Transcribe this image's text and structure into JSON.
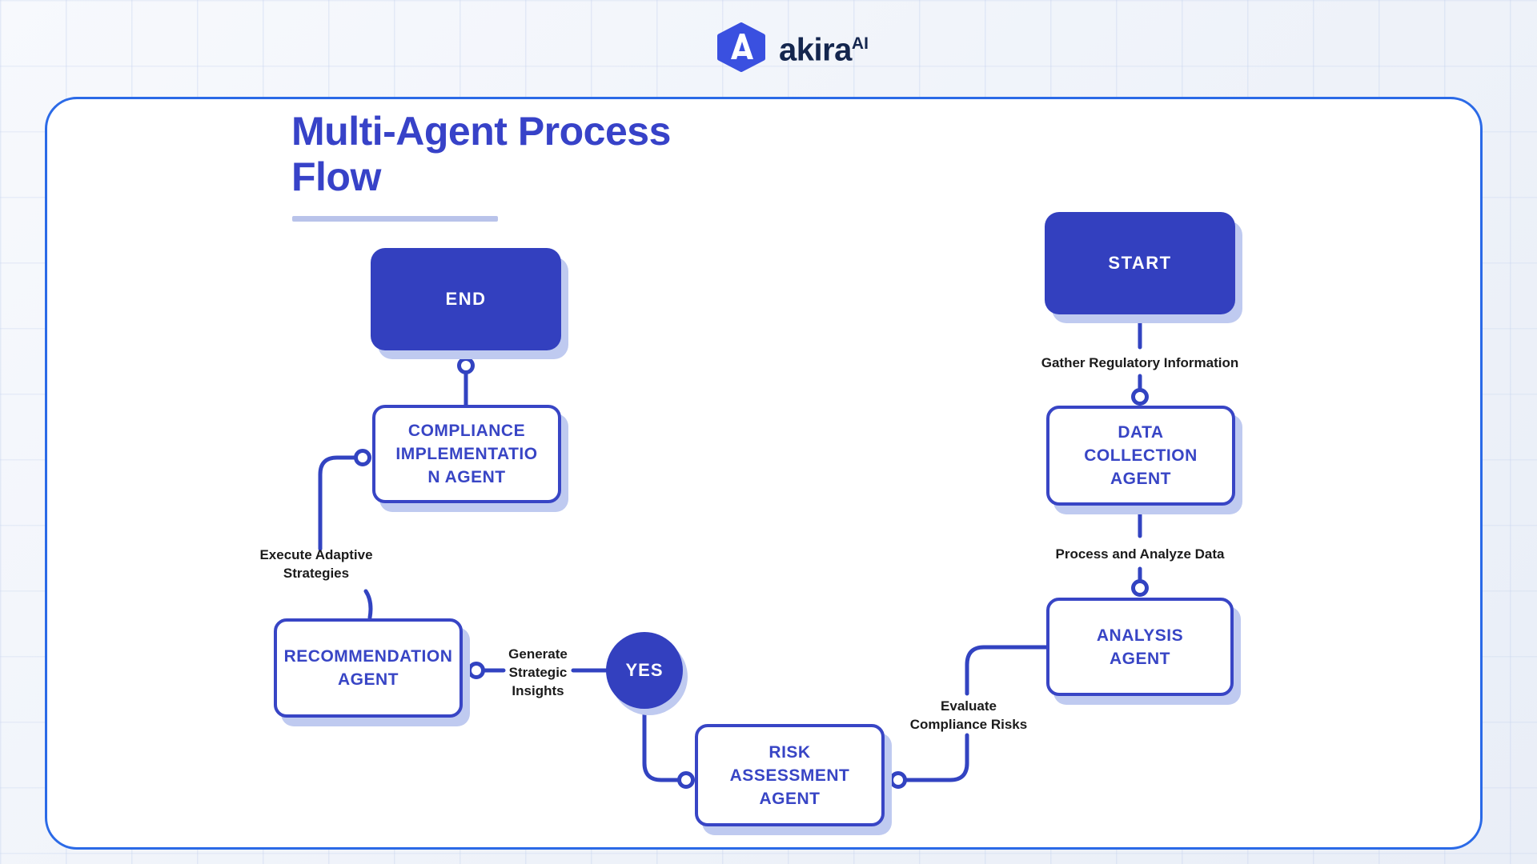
{
  "brand": {
    "name": "akira",
    "suffix": "AI"
  },
  "title": {
    "line1": "Multi-Agent Process",
    "line2": "Flow"
  },
  "nodes": {
    "start": {
      "label": "START"
    },
    "end": {
      "label": "END"
    },
    "yes": {
      "label": "YES"
    },
    "data_collection": {
      "line1": "DATA",
      "line2": "COLLECTION",
      "line3": "AGENT"
    },
    "analysis": {
      "line1": "ANALYSIS",
      "line2": "AGENT"
    },
    "risk": {
      "line1": "RISK",
      "line2": "ASSESSMENT",
      "line3": "AGENT"
    },
    "recommendation": {
      "line1": "RECOMMENDATION",
      "line2": "AGENT"
    },
    "compliance": {
      "line1": "COMPLIANCE",
      "line2": "IMPLEMENTATIO",
      "line3": "N AGENT"
    }
  },
  "edge_labels": {
    "gather": {
      "line1": "Gather Regulatory Information"
    },
    "process": {
      "line1": "Process and Analyze Data"
    },
    "evaluate": {
      "line1": "Evaluate",
      "line2": "Compliance Risks"
    },
    "generate": {
      "line1": "Generate",
      "line2": "Strategic",
      "line3": "Insights"
    },
    "execute": {
      "line1": "Execute Adaptive",
      "line2": "Strategies"
    }
  },
  "colors": {
    "node_fill": "#3340bf",
    "node_border": "#3845c5",
    "node_text": "#3845c5",
    "connector": "#3243c1",
    "card_border": "#2b6ae7",
    "title": "#3742c8",
    "title_underline": "#b9c3ea",
    "label_text": "#1b1b1b",
    "shadow": "#bfcaf0",
    "brand_text": "#14264e",
    "logo_fill": "#3a50e0",
    "background": "#f2f5fa"
  }
}
